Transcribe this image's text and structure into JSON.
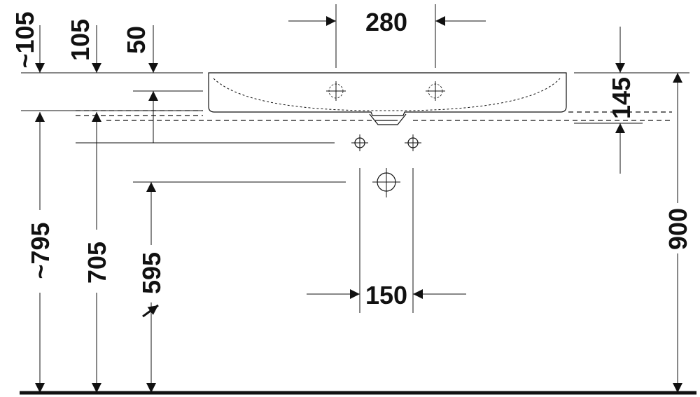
{
  "drawing": {
    "dimensions": {
      "tap_hole_spacing": "280",
      "rim_offset_left": "~105",
      "rim_offset_mid": "105",
      "rim_thickness": "50",
      "basin_height": "145",
      "floor_to_rim": "900",
      "floor_to_underside": "~795",
      "floor_to_supply": "705",
      "floor_to_waste": "595",
      "supply_spacing": "150"
    },
    "colors": {
      "line": "#111111",
      "background": "#ffffff"
    }
  }
}
